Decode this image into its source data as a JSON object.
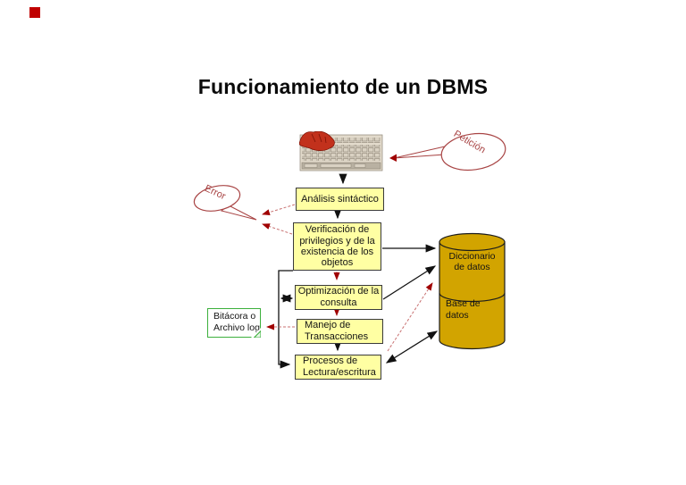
{
  "slide": {
    "title": "Funcionamiento de un DBMS"
  },
  "decoration": {
    "corner_square_color": "#c00000"
  },
  "bubbles": {
    "peticion": {
      "label": "Petición"
    },
    "error": {
      "label": "Error"
    }
  },
  "boxes": {
    "analisis": {
      "label": "Análisis sintáctico"
    },
    "verificacion": {
      "lines": [
        "Verificación de",
        "privilegios y de  la",
        "existencia de los",
        "objetos"
      ]
    },
    "optimizacion": {
      "lines": [
        "Optimización de la",
        "consulta"
      ]
    },
    "manejo": {
      "lines": [
        "Manejo de",
        "Transacciones"
      ]
    },
    "procesos": {
      "lines": [
        "Procesos de",
        "Lectura/escritura"
      ]
    },
    "bitacora": {
      "lines": [
        "Bitácora o",
        "Archivo log"
      ]
    }
  },
  "cylinder": {
    "top_label_lines": [
      "Diccionario",
      "de datos"
    ],
    "bottom_label_lines": [
      "Base de",
      "datos"
    ]
  },
  "colors": {
    "box_fill": "#ffffa3",
    "box_border": "#3a3a3a",
    "cylinder_fill": "#d2a400",
    "bubble_outline": "#a84444",
    "bubble_text": "#a84444",
    "dashed_arrow_line": "#c87070",
    "arrow_black": "#111111",
    "arrow_red_head": "#a00000",
    "note_border": "#3cb03c",
    "corner_square": "#c00000"
  }
}
